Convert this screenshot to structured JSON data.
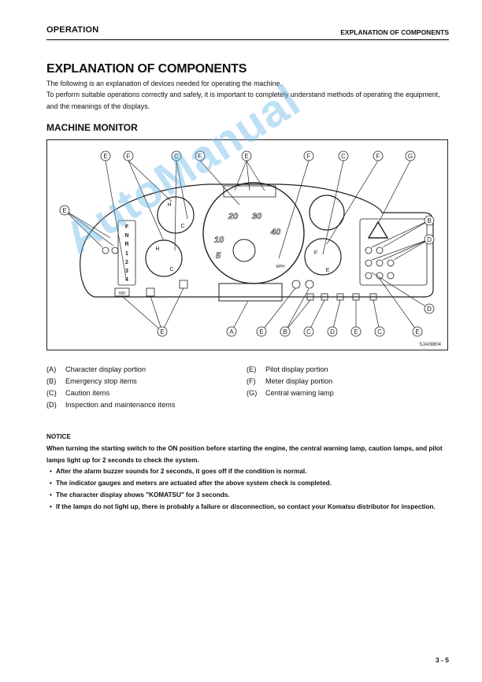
{
  "header": {
    "section": "OPERATION",
    "chapter": "EXPLANATION OF COMPONENTS"
  },
  "title": "EXPLANATION OF COMPONENTS",
  "intro": [
    "The following is an explanation of devices needed for operating the machine.",
    "To perform suitable operations correctly and safely, it is important to completely understand methods of operating the equipment, and the meanings of the displays."
  ],
  "section_title": "MACHINE MONITOR",
  "figure": {
    "code": "SJA08804",
    "top_callouts": [
      "E",
      "F",
      "C",
      "F",
      "E",
      "F",
      "C",
      "F",
      "G"
    ],
    "left_callout": "E",
    "right_callouts": [
      "B",
      "D",
      "D"
    ],
    "bottom_callouts": [
      "E",
      "A",
      "E",
      "B",
      "C",
      "D",
      "E",
      "C",
      "E"
    ],
    "gauge_ticks": [
      "H",
      "C",
      "H",
      "C",
      "F",
      "E"
    ],
    "speedo_numbers": [
      "5",
      "10",
      "20",
      "30",
      "40"
    ],
    "speedo_unit": "MPH",
    "shift_labels": [
      "F",
      "N",
      "R",
      "1",
      "2",
      "3",
      "4"
    ],
    "hour_label": "600"
  },
  "legend": {
    "left": [
      {
        "key": "(A)",
        "text": "Character display portion"
      },
      {
        "key": "(B)",
        "text": "Emergency stop items"
      },
      {
        "key": "(C)",
        "text": "Caution items"
      },
      {
        "key": "(D)",
        "text": "Inspection and maintenance items"
      }
    ],
    "right": [
      {
        "key": "(E)",
        "text": "Pilot display portion"
      },
      {
        "key": "(F)",
        "text": "Meter display portion"
      },
      {
        "key": "(G)",
        "text": "Central warning lamp"
      }
    ]
  },
  "notice": {
    "title": "NOTICE",
    "body": "When turning the starting switch to the ON position before starting the engine, the central warning lamp, caution lamps, and pilot lamps light up for 2 seconds to check the system.",
    "items": [
      "After the alarm buzzer sounds for 2 seconds, it goes off if the  condition is normal.",
      "The indicator gauges and meters are actuated after the above system  check is completed.",
      "The character display shows \"KOMATSU\" for 3 seconds.",
      "If the lamps do not light up, there is probably a failure  or  disconnection, so contact your Komatsu distributor for inspection."
    ]
  },
  "page_number": "3 - 5",
  "watermark": "AutoManual"
}
